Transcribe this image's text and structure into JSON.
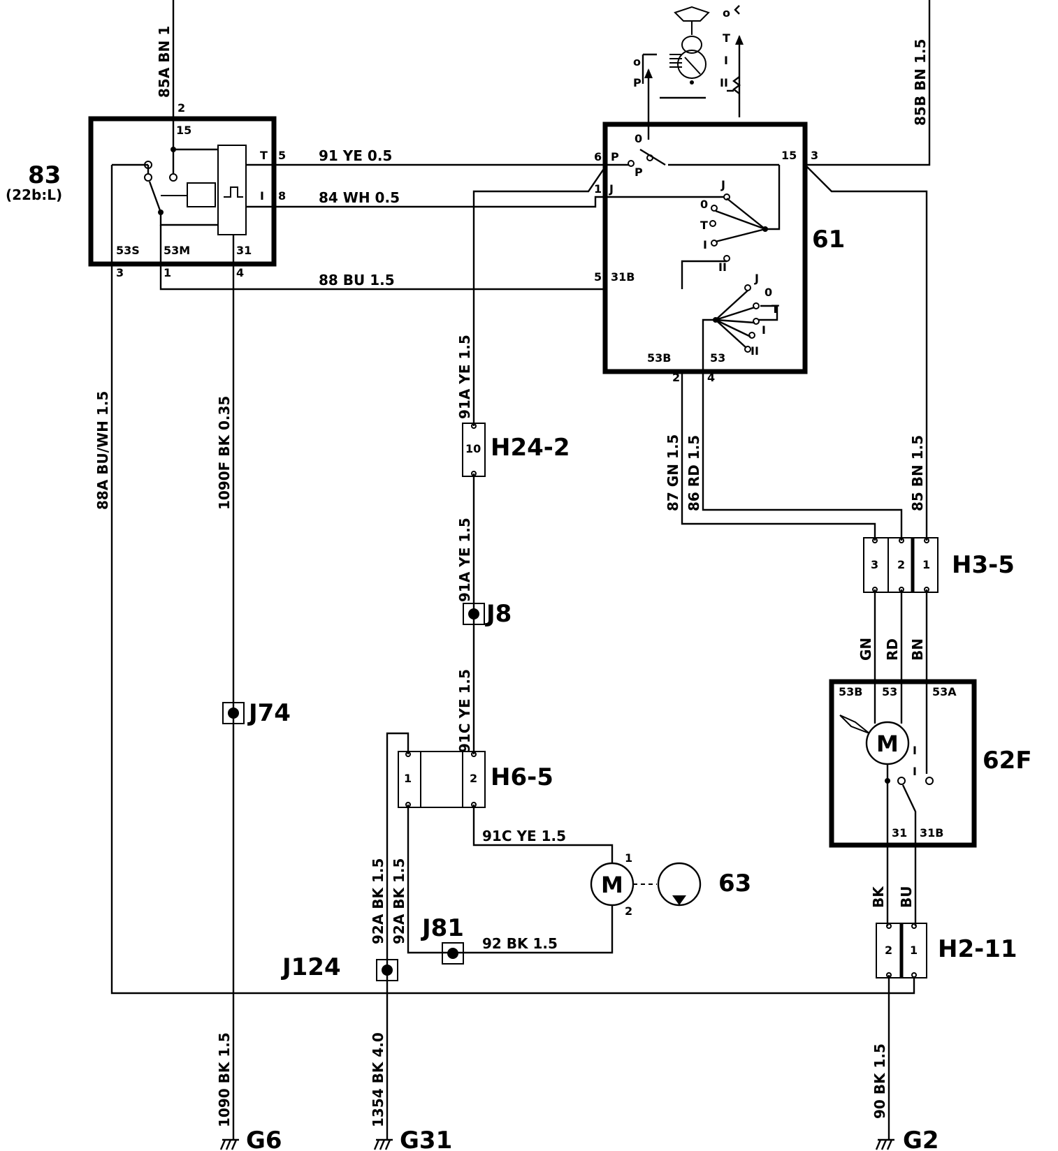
{
  "components": {
    "c83": {
      "id": "83",
      "sub": "(22b:L)"
    },
    "c61": {
      "id": "61"
    },
    "c62f": {
      "id": "62F"
    },
    "c63": {
      "id": "63"
    },
    "motor_symbol": "M"
  },
  "connectors": {
    "h24_2": {
      "id": "H24-2",
      "pin": "10"
    },
    "h3_5": {
      "id": "H3-5",
      "pins": [
        "3",
        "2",
        "1"
      ]
    },
    "h6_5": {
      "id": "H6-5",
      "pins": [
        "1",
        "2"
      ]
    },
    "h2_11": {
      "id": "H2-11",
      "pins": [
        "2",
        "1"
      ]
    }
  },
  "junctions": [
    "J8",
    "J74",
    "J81",
    "J124"
  ],
  "grounds": [
    "G6",
    "G31",
    "G2"
  ],
  "wires": {
    "w85A": "85A  BN 1",
    "w85B": "85B  BN 1.5",
    "w91": "91  YE  0.5",
    "w84": "84  WH 0.5",
    "w88": "88  BU  1.5",
    "w88A": "88A  BU/WH 1.5",
    "w1090F": "1090F  BK 0.35",
    "w91A_top": "91A  YE 1.5",
    "w91A_mid": "91A  YE  1.5",
    "w91C_vert": "91C  YE  1.5",
    "w91C_horiz": "91C  YE  1.5",
    "w87": "87  GN 1.5",
    "w86": "86  RD 1.5",
    "w85": "85  BN 1.5",
    "w92A_left": "92A  BK 1.5",
    "w92A_right": "92A  BK 1.5",
    "w92": "92  BK  1.5",
    "w1090": "1090  BK  1.5",
    "w1354": "1354  BK 4.0",
    "w90": "90  BK 1.5",
    "gn": "GN",
    "rd": "RD",
    "bn": "BN",
    "bk": "BK",
    "bu": "BU"
  },
  "pins83": {
    "p2": "2",
    "p15": "15",
    "pT": "T",
    "p5": "5",
    "pI": "I",
    "p8": "8",
    "p53S": "53S",
    "p53M": "53M",
    "p31": "31",
    "p3": "3",
    "p1": "1",
    "p4": "4"
  },
  "pins61": {
    "p6": "6",
    "pP": "P",
    "pP2": "P",
    "p0": "0",
    "p1": "1",
    "pJ": "J",
    "p15": "15",
    "p3": "3",
    "p5": "5",
    "p31B": "31B",
    "p53B": "53B",
    "p53": "53",
    "p2": "2",
    "p4": "4",
    "sw1": [
      "J",
      "0",
      "T",
      "I",
      "II"
    ],
    "sw2": [
      "J",
      "0",
      "T",
      "I",
      "II"
    ]
  },
  "pins62f": {
    "p53B": "53B",
    "p53": "53",
    "p53A": "53A",
    "p31": "31",
    "p31B": "31B",
    "sw": [
      "I",
      "I"
    ]
  },
  "pins63": {
    "p1": "1",
    "p2": "2"
  },
  "lever": {
    "p": "P",
    "o": "o",
    "t": "T",
    "i": "I",
    "ii": "II",
    "o2": "o"
  }
}
